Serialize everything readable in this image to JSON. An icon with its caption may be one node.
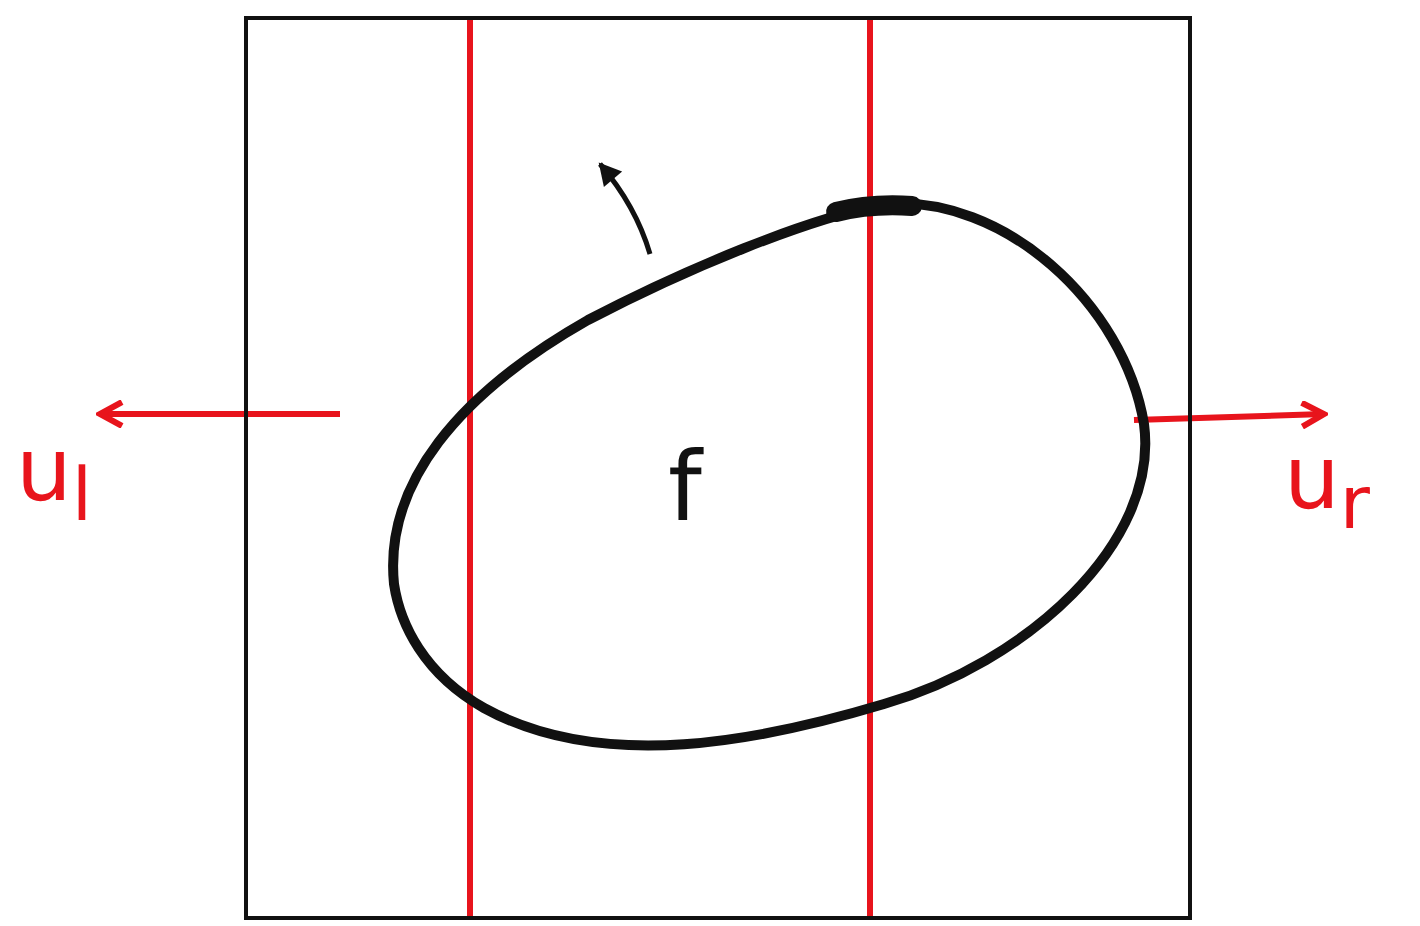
{
  "diagram": {
    "nodes": [
      {
        "text": [],
        "shape": "box"
      },
      {
        "text": [
          "f"
        ],
        "in": 0
      },
      {
        "text": [
          "u$_{l}$"
        ]
      },
      {
        "text": [
          "u$_{r}$"
        ]
      }
    ],
    "edges": [
      {
        "from": null,
        "to": 2,
        "arrow": "to"
      },
      {
        "from": 1,
        "to": 3,
        "arrow": "to"
      }
    ]
  }
}
